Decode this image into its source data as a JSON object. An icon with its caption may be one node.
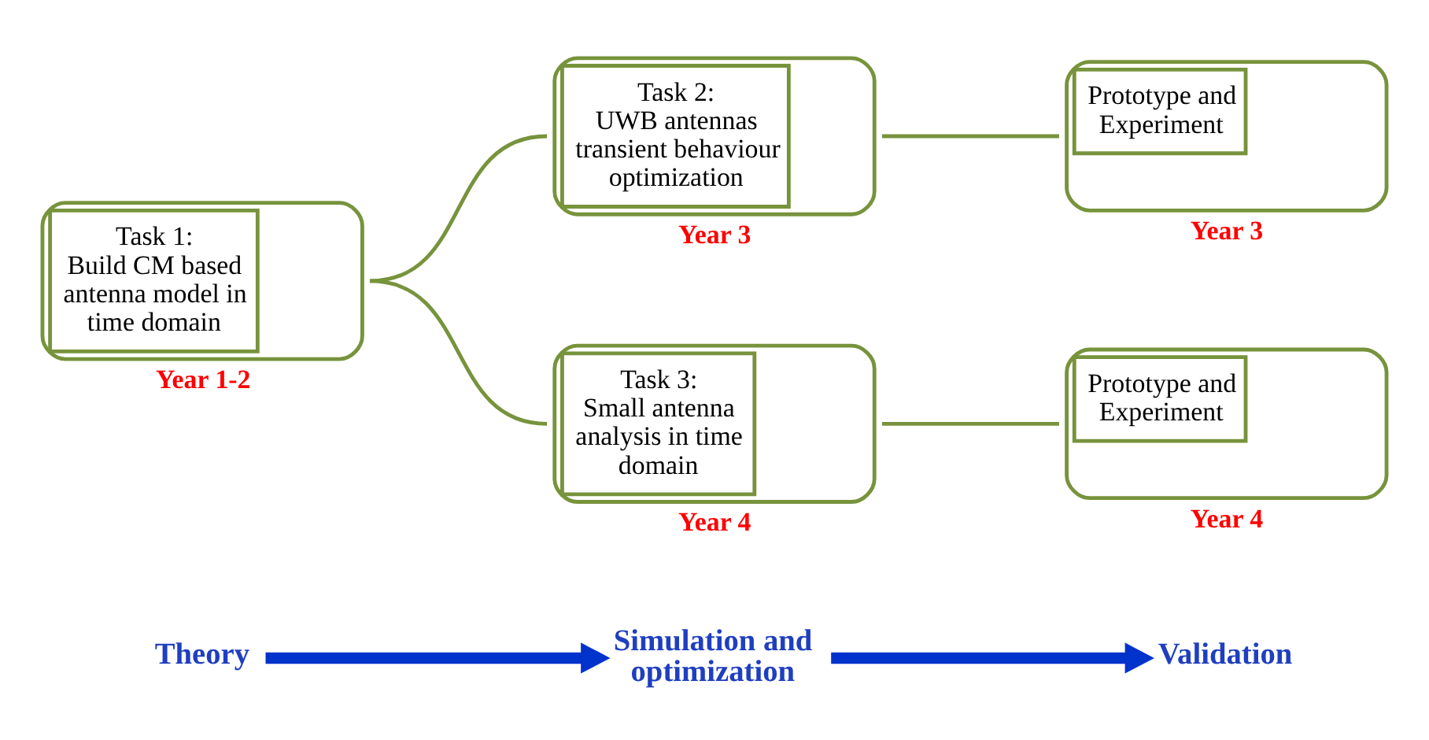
{
  "diagram": {
    "nodes": [
      {
        "text": [
          "Theory"
        ]
      },
      {
        "text": [
          "Simulation and optimization"
        ]
      },
      {
        "text": [
          "Validation"
        ]
      },
      {
        "text": [
          "Task 1:",
          "Build CM based antenna model in time domain"
        ],
        "beside": [
          "Year 1-2"
        ]
      },
      {
        "text": [
          "Task 2:",
          "UWB antennas transient behaviour optimization"
        ],
        "beside": [
          "Year 3"
        ]
      },
      {
        "text": [
          "Prototype and Experiment"
        ],
        "beside": [
          "Year 3"
        ]
      },
      {
        "text": [
          "Task 3:",
          "Small antenna analysis in time domain"
        ],
        "beside": [
          "Year 4"
        ]
      },
      {
        "text": [
          "Prototype and Experiment"
        ],
        "beside": [
          "Year 4"
        ]
      }
    ],
    "edges": [
      {
        "from": 0,
        "to": 1,
        "arrow": "to",
        "style": "thick",
        "color": "#0033cc"
      },
      {
        "from": 1,
        "to": 2,
        "arrow": "to",
        "style": "thick",
        "color": "#0033cc"
      },
      {
        "from": 3,
        "to": 4,
        "arrow": "none"
      },
      {
        "from": 3,
        "to": 6,
        "arrow": "none"
      },
      {
        "from": 4,
        "to": 5,
        "arrow": "none"
      },
      {
        "from": 6,
        "to": 7,
        "arrow": "none"
      }
    ]
  }
}
